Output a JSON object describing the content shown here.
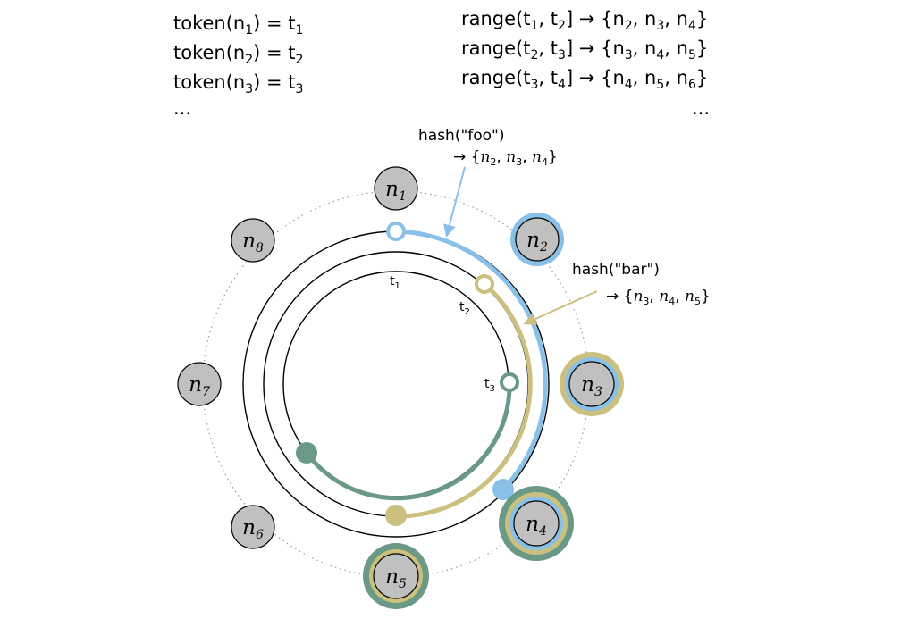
{
  "token_lines": [
    {
      "fn": "token(",
      "node": "n",
      "node_sub": "1",
      "eq": ") = t",
      "tok_sub": "1"
    },
    {
      "fn": "token(",
      "node": "n",
      "node_sub": "2",
      "eq": ") = t",
      "tok_sub": "2"
    },
    {
      "fn": "token(",
      "node": "n",
      "node_sub": "3",
      "eq": ") = t",
      "tok_sub": "3"
    }
  ],
  "range_lines": [
    {
      "prefix": "range(t",
      "a": "1",
      "mid": ", t",
      "b": "2",
      "close": "] → {n",
      "n1": "2",
      "n2": "3",
      "n3": "4"
    },
    {
      "prefix": "range(t",
      "a": "2",
      "mid": ", t",
      "b": "3",
      "close": "] → {n",
      "n1": "3",
      "n2": "4",
      "n3": "5"
    },
    {
      "prefix": "range(t",
      "a": "3",
      "mid": ", t",
      "b": "4",
      "close": "] → {n",
      "n1": "4",
      "n2": "5",
      "n3": "6"
    }
  ],
  "ellipsis_left": "...",
  "ellipsis_right": "...",
  "nodes": [
    {
      "label": "n",
      "sub": "1"
    },
    {
      "label": "n",
      "sub": "2"
    },
    {
      "label": "n",
      "sub": "3"
    },
    {
      "label": "n",
      "sub": "4"
    },
    {
      "label": "n",
      "sub": "5"
    },
    {
      "label": "n",
      "sub": "6"
    },
    {
      "label": "n",
      "sub": "7"
    },
    {
      "label": "n",
      "sub": "8"
    }
  ],
  "token_marks": [
    {
      "label": "t",
      "sub": "1"
    },
    {
      "label": "t",
      "sub": "2"
    },
    {
      "label": "t",
      "sub": "3"
    }
  ],
  "annotations": {
    "foo": {
      "call": "hash(\"foo\")",
      "arrow": "→ {",
      "n1": "2",
      "n2": "3",
      "n3": "4"
    },
    "bar": {
      "call": "hash(\"bar\")",
      "arrow": "→ {",
      "n1": "3",
      "n2": "4",
      "n3": "5"
    }
  },
  "colors": {
    "blue": "#88c0e8",
    "olive": "#cbc07f",
    "green": "#6a9a85",
    "node_fill": "#c0c0c0",
    "ring": "#000000",
    "dotted": "#999999"
  }
}
